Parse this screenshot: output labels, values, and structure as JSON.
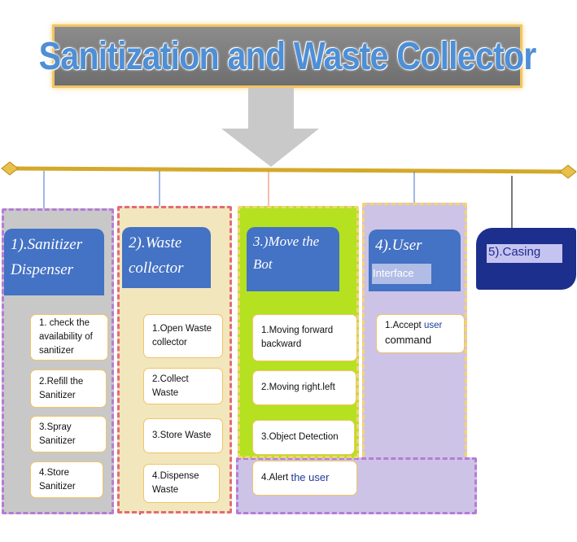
{
  "title": "Sanitization and Waste Collector",
  "columns": [
    {
      "label": "1).Sanitizer Dispenser",
      "items": [
        "1. check the availability of sanitizer",
        "2.Refill the Sanitizer",
        "3.Spray Sanitizer",
        "4.Store Sanitizer"
      ]
    },
    {
      "label": "2).Waste collector",
      "items": [
        "1.Open Waste collector",
        "2.Collect Waste",
        "3.Store Waste",
        "4.Dispense Waste"
      ]
    },
    {
      "label": "3.)Move the Bot",
      "items": [
        "1.Moving forward backward",
        "2.Moving right.left",
        "3.Object Detection"
      ],
      "alert": {
        "prefix": "4.Alert",
        "suffix": "the user"
      }
    },
    {
      "label": "4).User",
      "sublabel": "Interface",
      "items": [
        {
          "prefix": "1.Accept",
          "highlight": "user",
          "rest": "command"
        }
      ]
    }
  ],
  "casing": {
    "label": "5).Casing"
  },
  "colors": {
    "header_blue": "#4472c4",
    "casing_navy": "#1d2f8c",
    "bus_line": "#d4a92a",
    "panel_1": "#c8c8c8",
    "panel_2": "#f2e6bd",
    "panel_3": "#b5e121",
    "panel_4": "#cdc3e6"
  }
}
